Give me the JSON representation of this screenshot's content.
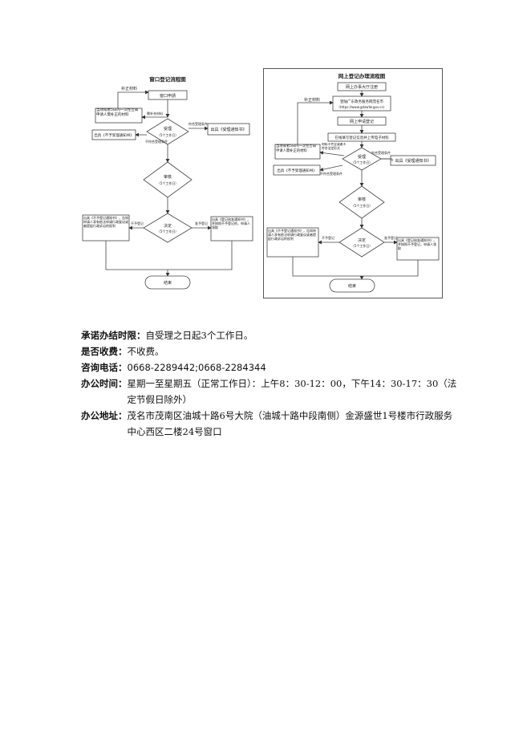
{
  "chart_left": {
    "title": "窗口登记流程图",
    "apply": "窗口申請",
    "supp_left": "补正材料",
    "notice_box": "当场或者5日内一次性告知申请人需补正的材料",
    "notify_label": "需补充材料",
    "review": "受理",
    "review_days": "（5个工作日）",
    "accept_label": "符合受理条件",
    "accept_box": "出具《受理通知书》",
    "reject_box": "出具《不予受理通知书》",
    "reject_label": "不符合受理条件",
    "check": "审核",
    "check_days": "（5个工作日）",
    "decide": "决定",
    "decide_days": "（5个工作日）",
    "deny_label": "不予登记",
    "grant_label": "准予登记",
    "deny_box": "出具《不予登记通知书》，告知申请人享有依法申请行政复议或者提起行政诉讼的权利",
    "grant_box": "出具《登记核准通知书》，并按照不予登记的，申请人领取",
    "end": "结束"
  },
  "chart_right": {
    "title": "网上登记办理流程图",
    "step1": "网上办事大厅注册",
    "step2": "登陆广东政务服务网茂名市",
    "step2b": "（https://www.gdzwfw.gov.cn）",
    "step3": "网上申请登记",
    "step4": "在线填写登记信息并上传电子材料",
    "supp_left": "补正材料",
    "notice_box": "当场或者5日内一次性告知申请人需补正的材料",
    "notify_label": "材料不齐全或者不符合法定形式",
    "review": "受理",
    "review_days": "（5个工作日）",
    "accept_label": "符合受理条件",
    "accept_box": "出具《受理通知书》",
    "reject_box": "出具《不予受理通知书》",
    "reject_label": "不符合受理条件",
    "check": "审核",
    "check_days": "（5个工作日）",
    "decide": "决定",
    "decide_days": "（5个工作日）",
    "deny_label": "不予登记",
    "grant_label": "准予登记",
    "deny_box": "出具《不予登记通知书》，告知申请人享有依法申请行政复议或者提起行政诉讼的权利",
    "grant_box": "出具《登记核准通知书》，并按照不予登记，申请人领取",
    "end": "结束"
  },
  "info": {
    "deadline_label": "承诺办结时限：",
    "deadline_value": "自受理之日起3个工作日。",
    "fee_label": "是否收费：",
    "fee_value": "不收费。",
    "phone_label": "咨询电话：",
    "phone_value": "0668-2289442;0668-2284344",
    "hours_label": "办公时间：",
    "hours_value": "星期一至星期五（正常工作日）：上午8：30-12：00，下午14：30-17：30（法定节假日除外）",
    "address_label": "办公地址：",
    "address_value": "茂名市茂南区油城十路6号大院（油城十路中段南侧）金源盛世1号楼市行政服务中心西区二楼24号窗口"
  }
}
